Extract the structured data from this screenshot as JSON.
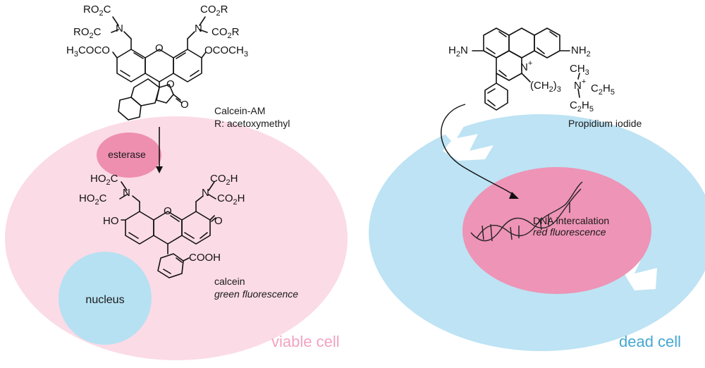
{
  "colors": {
    "viable_cell": "#fbdbe6",
    "esterase": "#ee8fb0",
    "nucleus": "#b6e1f2",
    "dead_cell": "#bde3f4",
    "dead_nucleus": "#ee94b6",
    "viable_label": "#f2a3c0",
    "dead_label": "#45a8d2",
    "ink": "#111111"
  },
  "icons": [
    "arrow-down-icon",
    "curved-arrow-icon",
    "dna-helix-icon",
    "membrane-break-icon"
  ],
  "left": {
    "calcein_am": {
      "name": "Calcein-AM",
      "r_note": "R: acetoxymethyl",
      "groups": {
        "ul1": "RO",
        "ul1s": "2",
        "ul1b": "C",
        "ul2": "RO",
        "ul2s": "2",
        "ul2b": "C",
        "ur1": "CO",
        "ur1s": "2",
        "ur1b": "R",
        "ur2": "CO",
        "ur2s": "2",
        "ur2b": "R",
        "n": "N",
        "o": "O",
        "left_oac_a": "H",
        "left_oac_s": "3",
        "left_oac_b": "COCO",
        "right_oac_a": "OCOCH",
        "right_oac_s": "3",
        "lactone_o": "O",
        "carbonyl_o": "O"
      }
    },
    "esterase": "esterase",
    "calcein": {
      "name": "calcein",
      "fluorescence": "green fluorescence",
      "groups": {
        "ul1": "HO",
        "ul1s": "2",
        "ul1b": "C",
        "ul2": "HO",
        "ul2s": "2",
        "ul2b": "C",
        "ur1": "CO",
        "ur1s": "2",
        "ur1b": "H",
        "ur2": "CO",
        "ur2s": "2",
        "ur2b": "H",
        "n": "N",
        "o": "O",
        "ho": "HO",
        "keto": "O",
        "cooh": "COOH"
      }
    },
    "nucleus": "nucleus",
    "cell_label": "viable cell"
  },
  "right": {
    "pi": {
      "name": "Propidium iodide",
      "h2n_a": "H",
      "h2n_s": "2",
      "h2n_b": "N",
      "nh2_a": "NH",
      "nh2_s": "2",
      "n_plus": "N",
      "plus": "+",
      "chain_a": "(CH",
      "chain_s": "2",
      "chain_b": ")",
      "chain_s2": "3",
      "amine_n": "N",
      "amine_plus": "+",
      "ch3_a": "CH",
      "ch3_s": "3",
      "et1_a": "C",
      "et1_s": "2",
      "et1_b": "H",
      "et1_s2": "5",
      "et2_a": "C",
      "et2_s": "2",
      "et2_b": "H",
      "et2_s2": "5"
    },
    "dna_text": "DNA intercalation",
    "fluorescence": "red fluorescence",
    "cell_label": "dead cell"
  }
}
